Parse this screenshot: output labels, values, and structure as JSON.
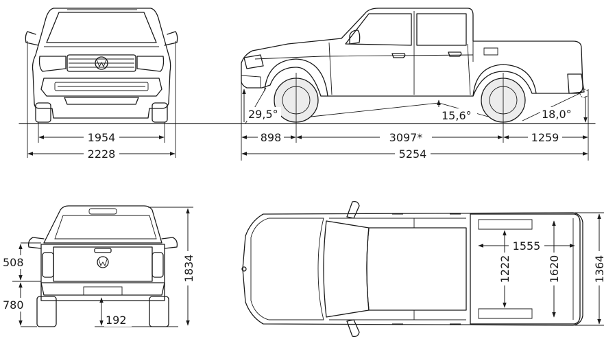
{
  "dimensions": {
    "front_track": "1954",
    "overall_width": "2228",
    "approach_angle": "29,5°",
    "ramp_angle": "15,6°",
    "departure_angle": "18,0°",
    "front_overhang": "898",
    "wheelbase": "3097*",
    "rear_overhang": "1259",
    "overall_length": "5254",
    "rear_height_upper": "508",
    "rear_height_lower": "780",
    "ground_clearance": "192",
    "overall_height": "1834",
    "bed_length": "1555",
    "bed_width_between_arches": "1222",
    "bed_width_max": "1620",
    "bed_width_outer": "1364"
  },
  "colors": {
    "line": "#1a1a1a",
    "wheel_fill": "#ececec"
  },
  "icons": [
    "vw-logo-icon",
    "vw-logo-icon-rear"
  ]
}
